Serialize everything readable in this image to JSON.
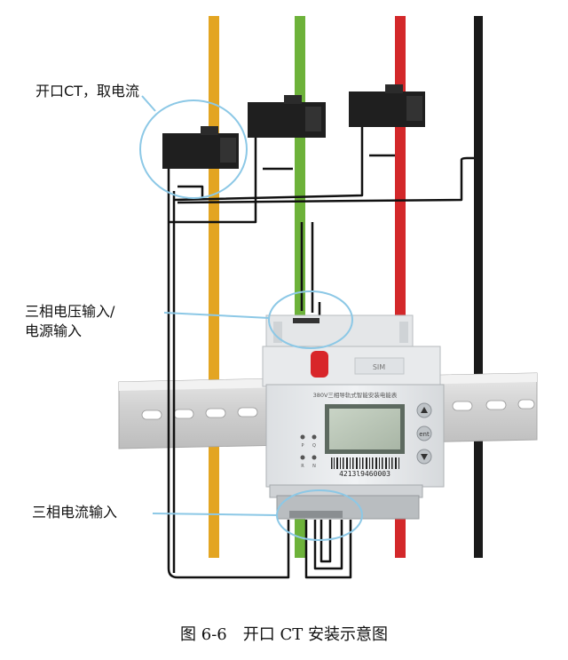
{
  "labels": {
    "ct_open": "开口CT，取电流",
    "voltage_input_line1": "三相电压输入/",
    "voltage_input_line2": "电源输入",
    "current_input": "三相电流输入"
  },
  "meter": {
    "brand_tag": "SIM",
    "model_text": "380V三相导轨式智能安装电能表",
    "serial": "4213l9460003",
    "button_labels": [
      "P",
      "Q",
      "R",
      "N"
    ]
  },
  "caption": "图 6-6　开口 CT 安装示意图",
  "colors": {
    "phase_a": "#e3a522",
    "phase_b": "#6db23a",
    "phase_c": "#d3282a",
    "neutral": "#1a1a1a",
    "callout": "#8cc8e6",
    "rail": "#d8d8d8"
  }
}
